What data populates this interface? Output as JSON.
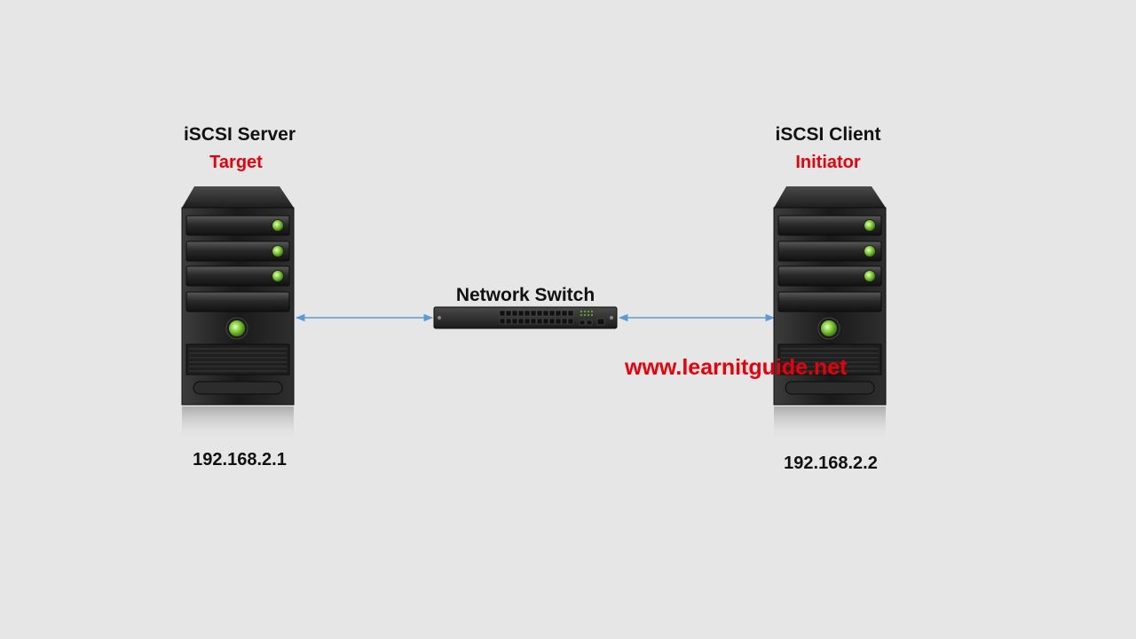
{
  "colors": {
    "background": "#e6e6e6",
    "accent_red": "#e8000b",
    "link_blue": "#5b9bd5",
    "led_green": "#8cd442"
  },
  "server": {
    "title": "iSCSI Server",
    "role": "Target",
    "ip": "192.168.2.1",
    "icon": "server-tower-icon"
  },
  "client": {
    "title": "iSCSI Client",
    "role": "Initiator",
    "ip": "192.168.2.2",
    "icon": "server-tower-icon"
  },
  "switch": {
    "title": "Network Switch",
    "icon": "network-switch-icon"
  },
  "watermark": "www.learnitguide.net"
}
